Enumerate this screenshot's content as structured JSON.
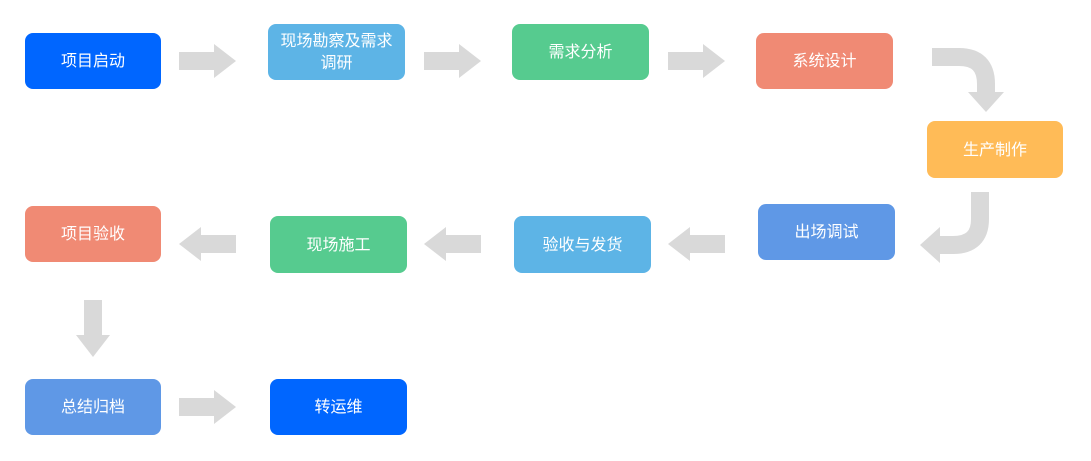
{
  "flow": {
    "steps": [
      {
        "id": "project-start",
        "label": "项目启动",
        "color": "#0066ff"
      },
      {
        "id": "site-survey",
        "label": "现场勘察及需求调研",
        "color": "#5db4e6"
      },
      {
        "id": "requirement-analysis",
        "label": "需求分析",
        "color": "#56cb8f"
      },
      {
        "id": "system-design",
        "label": "系统设计",
        "color": "#f08a74"
      },
      {
        "id": "production",
        "label": "生产制作",
        "color": "#ffbb57"
      },
      {
        "id": "factory-debug",
        "label": "出场调试",
        "color": "#5f98e6"
      },
      {
        "id": "acceptance-delivery",
        "label": "验收与发货",
        "color": "#5db4e6"
      },
      {
        "id": "site-construction",
        "label": "现场施工",
        "color": "#56cb8f"
      },
      {
        "id": "project-acceptance",
        "label": "项目验收",
        "color": "#f08a74"
      },
      {
        "id": "summary-archive",
        "label": "总结归档",
        "color": "#5f98e6"
      },
      {
        "id": "to-operations",
        "label": "转运维",
        "color": "#0066ff"
      }
    ],
    "arrow_color": "#d9d9d9"
  }
}
